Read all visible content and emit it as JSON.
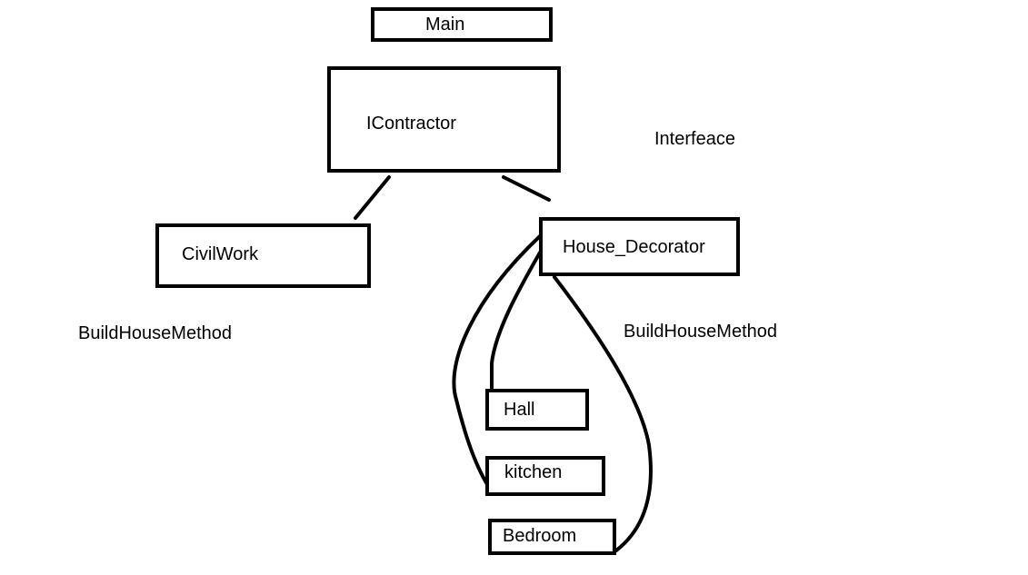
{
  "diagram": {
    "nodes": {
      "main": "Main",
      "icontractor": "IContractor",
      "civilwork": "CivilWork",
      "house_decorator": "House_Decorator",
      "hall": "Hall",
      "kitchen": "kitchen",
      "bedroom": "Bedroom"
    },
    "annotations": {
      "interface": "Interfeace",
      "left_method": "BuildHouseMethod",
      "right_method": "BuildHouseMethod"
    },
    "stroke_color": "#000000",
    "background": "#ffffff"
  }
}
